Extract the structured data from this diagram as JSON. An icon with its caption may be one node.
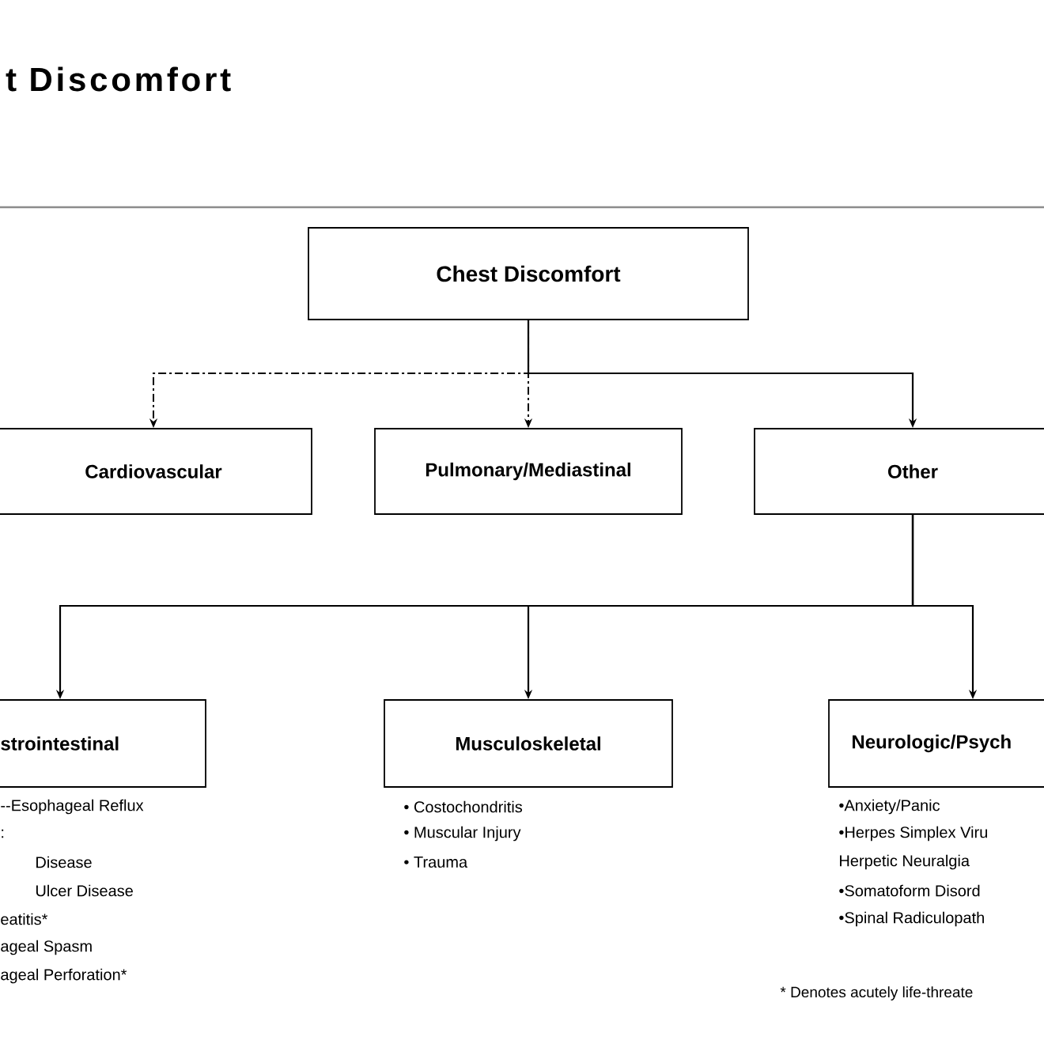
{
  "diagram": {
    "title": "t Discomfort",
    "nodes": [
      {
        "text": [
          "Chest Discomfort"
        ]
      },
      {
        "text": [
          "Cardiovascular"
        ]
      },
      {
        "text": [
          "Pulmonary/Mediastinal"
        ]
      },
      {
        "text": [
          "Other"
        ]
      },
      {
        "text": [
          "strointestinal"
        ],
        "beside": [
          "--Esophageal Reflux",
          ":",
          "Disease",
          "Ulcer Disease",
          "eatitis*",
          "ageal Spasm",
          "ageal Perforation*"
        ]
      },
      {
        "text": [
          "Musculoskeletal"
        ],
        "beside": [
          "• Costochondritis",
          "• Muscular Injury",
          "• Trauma"
        ]
      },
      {
        "text": [
          "Neurologic/Psych"
        ],
        "beside": [
          "•Anxiety/Panic",
          "•Herpes Simplex Viru",
          "Herpetic Neuralgia",
          "•Somatoform Disord",
          "•Spinal Radiculopath"
        ]
      }
    ],
    "edges": [
      {
        "from": 0,
        "to": 1,
        "arrow": "to",
        "style": "dashed"
      },
      {
        "from": 0,
        "to": 2,
        "arrow": "to",
        "style": "dashed"
      },
      {
        "from": 0,
        "to": 3,
        "arrow": "to"
      },
      {
        "from": 3,
        "to": 4,
        "arrow": "to"
      },
      {
        "from": 3,
        "to": 5,
        "arrow": "to"
      },
      {
        "from": 3,
        "to": 6,
        "arrow": "to"
      }
    ],
    "labels": [
      "* Denotes acutely life-threate"
    ]
  }
}
